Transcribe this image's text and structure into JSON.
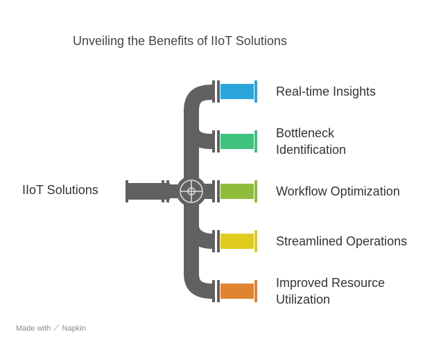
{
  "title": "Unveiling the Benefits of IIoT Solutions",
  "source": {
    "label": "IIoT Solutions"
  },
  "branches": [
    {
      "line1": "Real-time Insights",
      "line2": "",
      "color": "#2aa6dc"
    },
    {
      "line1": "Bottleneck",
      "line2": "Identification",
      "color": "#3ec27e"
    },
    {
      "line1": "Workflow Optimization",
      "line2": "",
      "color": "#8fbc3a"
    },
    {
      "line1": "Streamlined Operations",
      "line2": "",
      "color": "#e0cc1e"
    },
    {
      "line1": "Improved Resource",
      "line2": "Utilization",
      "color": "#e08432"
    }
  ],
  "pipe_color": "#616161",
  "footer": {
    "prefix": "Made with",
    "brand": "Napkin",
    "icon": "napkin-logo-icon"
  }
}
